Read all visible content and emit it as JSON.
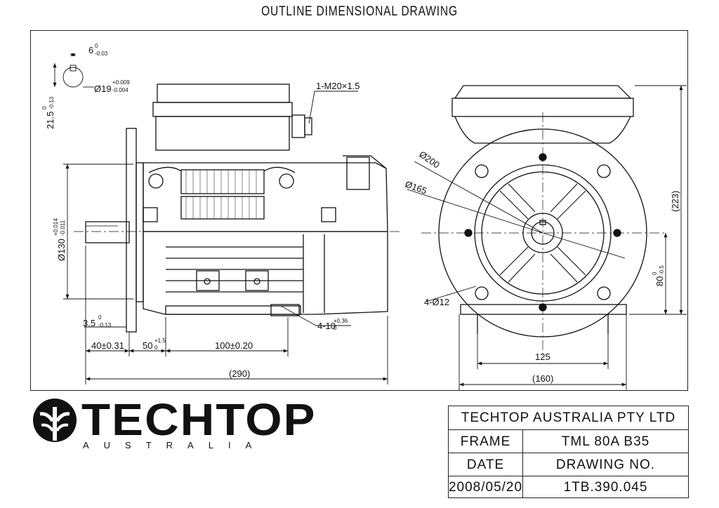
{
  "drawing": {
    "title": "OUTLINE DIMENSIONAL DRAWING"
  },
  "dims": {
    "keyway_width": "6",
    "keyway_width_tol_upper": "0",
    "keyway_width_tol_lower": "-0.03",
    "shaft_dia": "Ø19",
    "shaft_dia_tol_upper": "+0.009",
    "shaft_dia_tol_lower": "-0.004",
    "key_height": "21.5",
    "key_height_tol_upper": "0",
    "key_height_tol_lower": "-0.13",
    "cable_entry": "1-M20×1.5",
    "spigot_dia": "Ø130",
    "spigot_dia_tol_upper": "+0.014",
    "spigot_dia_tol_lower": "-0.011",
    "flange_thk": "3.5",
    "flange_thk_tol_upper": "0",
    "flange_thk_tol_lower": "-0.13",
    "shaft_len": "40±0.31",
    "shaft_to_foot": "50",
    "shaft_to_foot_tol_upper": "+1.5",
    "shaft_to_foot_tol_lower": "0",
    "foot_spacing": "100±0.20",
    "foot_hole": "4-10",
    "foot_hole_tol_upper": "+0.36",
    "foot_hole_tol_lower": "0",
    "overall_len": "(290)",
    "pcd": "Ø200",
    "spigot_dia_2": "Ø165",
    "flange_holes": "4-Ø12",
    "overall_height": "(223)",
    "shaft_height": "80",
    "shaft_height_tol_upper": "0",
    "shaft_height_tol_lower": "-0.5",
    "foot_centers": "125",
    "foot_width": "(160)"
  },
  "logo": {
    "brand": "TECHTOP",
    "sub": "AUSTRALIA"
  },
  "title_block": {
    "company": "TECHTOP AUSTRALIA PTY LTD",
    "frame_label": "FRAME",
    "frame_value": "TML 80A B35",
    "date_label": "DATE",
    "drawing_no_label": "DRAWING NO.",
    "date_value": "2008/05/20",
    "drawing_no_value": "1TB.390.045"
  }
}
